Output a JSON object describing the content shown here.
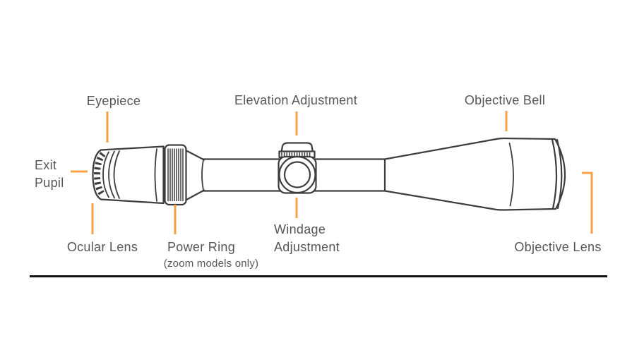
{
  "diagram": {
    "subject": "riflescope-parts-diagram",
    "labels": {
      "eyepiece": "Eyepiece",
      "elevation_adjustment": "Elevation Adjustment",
      "objective_bell": "Objective Bell",
      "exit_pupil": "Exit\nPupil",
      "ocular_lens": "Ocular Lens",
      "power_ring": "Power Ring",
      "power_ring_note": "(zoom models only)",
      "windage_adjustment": "Windage\nAdjustment",
      "objective_lens": "Objective Lens"
    },
    "colors": {
      "background": "#FFFFFF",
      "outline": "#3D3D3D",
      "label_text": "#55565A",
      "leader_line": "#F7A148",
      "divider": "#111111"
    }
  }
}
